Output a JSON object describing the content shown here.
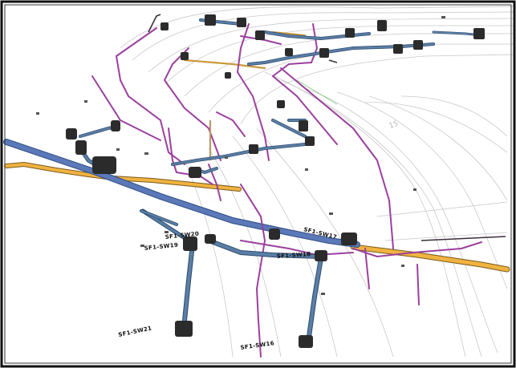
{
  "view": {
    "type": "3d-utility-network-view",
    "background": "#ffffff",
    "frame_color": "#111111"
  },
  "colors": {
    "storm_main": "#5b79b8",
    "storm_branch": "#5a7fa6",
    "utility_purple": "#9b3f9e",
    "gas_orange": "#f0b340",
    "tan_line": "#b89a6a",
    "road_lines": "#c9c9c9",
    "structure": "#2b2b2b",
    "green_line": "#7ec97e"
  },
  "labels": {
    "sw21": "SF1-SW21",
    "sw16": "SF1-SW16",
    "sw18": "SF1-SW18",
    "sw19": "SF1-SW19",
    "sw20": "SF1-SW20",
    "sw17": "SF1-SW17",
    "road_mark": "15"
  }
}
